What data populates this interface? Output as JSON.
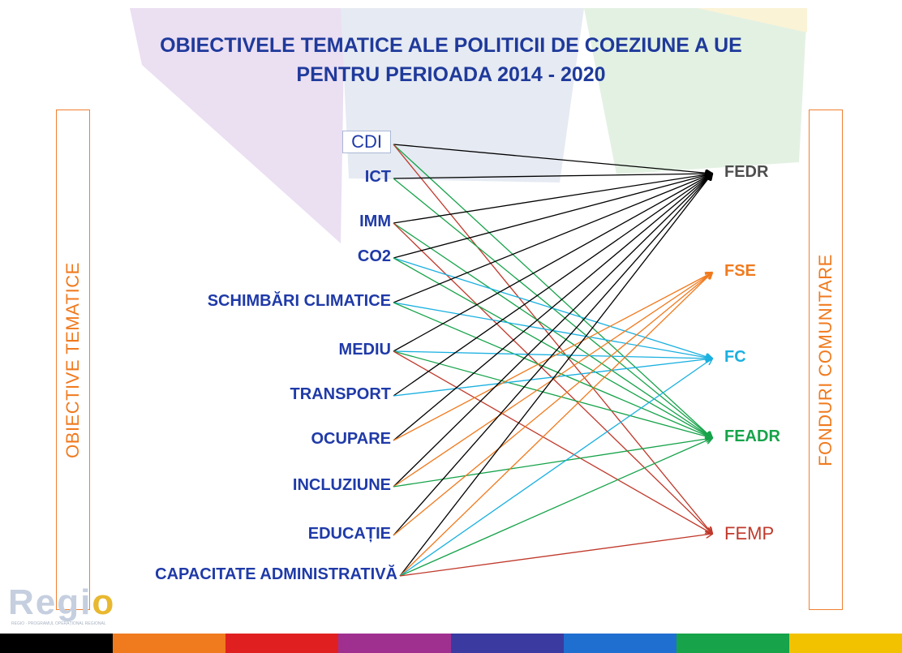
{
  "title_line1": "OBIECTIVELE  TEMATICE ALE POLITICII DE COEZIUNE A UE",
  "title_line2": "PENTRU PERIOADA 2014 - 2020",
  "left_box_label": "OBIECTIVE TEMATICE",
  "right_box_label": "FONDURI COMUNITARE",
  "objectives": [
    {
      "id": "cdi",
      "label": "CDI"
    },
    {
      "id": "ict",
      "label": "ICT"
    },
    {
      "id": "imm",
      "label": "IMM"
    },
    {
      "id": "co2",
      "label": "CO2"
    },
    {
      "id": "climate",
      "label": "SCHIMBĂRI CLIMATICE"
    },
    {
      "id": "mediu",
      "label": "MEDIU"
    },
    {
      "id": "transport",
      "label": "TRANSPORT"
    },
    {
      "id": "ocupare",
      "label": "OCUPARE"
    },
    {
      "id": "incluziune",
      "label": "INCLUZIUNE"
    },
    {
      "id": "educatie",
      "label": "EDUCAȚIE"
    },
    {
      "id": "capacitate",
      "label": "CAPACITATE ADMINISTRATIVĂ"
    }
  ],
  "funds": [
    {
      "id": "fedr",
      "label": "FEDR",
      "color": "#4d4d4d",
      "line_color": "#000000"
    },
    {
      "id": "fse",
      "label": "FSE",
      "color": "#f07a1e",
      "line_color": "#f07a1e"
    },
    {
      "id": "fc",
      "label": "FC",
      "color": "#1ab0e0",
      "line_color": "#1ab0e0"
    },
    {
      "id": "feadr",
      "label": "FEADR",
      "color": "#16a34a",
      "line_color": "#16a34a"
    },
    {
      "id": "femp",
      "label": "FEMP",
      "color": "#c0392b",
      "line_color": "#c0392b"
    }
  ],
  "links": [
    [
      "cdi",
      "fedr"
    ],
    [
      "cdi",
      "feadr"
    ],
    [
      "cdi",
      "femp"
    ],
    [
      "ict",
      "fedr"
    ],
    [
      "ict",
      "feadr"
    ],
    [
      "imm",
      "fedr"
    ],
    [
      "imm",
      "feadr"
    ],
    [
      "imm",
      "femp"
    ],
    [
      "co2",
      "fedr"
    ],
    [
      "co2",
      "fc"
    ],
    [
      "co2",
      "feadr"
    ],
    [
      "climate",
      "fedr"
    ],
    [
      "climate",
      "fc"
    ],
    [
      "climate",
      "feadr"
    ],
    [
      "mediu",
      "fedr"
    ],
    [
      "mediu",
      "fc"
    ],
    [
      "mediu",
      "feadr"
    ],
    [
      "mediu",
      "femp"
    ],
    [
      "transport",
      "fedr"
    ],
    [
      "transport",
      "fc"
    ],
    [
      "ocupare",
      "fedr"
    ],
    [
      "ocupare",
      "fse"
    ],
    [
      "incluziune",
      "fedr"
    ],
    [
      "incluziune",
      "fse"
    ],
    [
      "incluziune",
      "feadr"
    ],
    [
      "educatie",
      "fedr"
    ],
    [
      "educatie",
      "fse"
    ],
    [
      "capacitate",
      "fedr"
    ],
    [
      "capacitate",
      "fse"
    ],
    [
      "capacitate",
      "fc"
    ],
    [
      "capacitate",
      "feadr"
    ],
    [
      "capacitate",
      "femp"
    ]
  ],
  "logo_text": "Regio",
  "footer_colors": [
    "#000000",
    "#f07a1e",
    "#e02020",
    "#a03090",
    "#3a3aa0",
    "#1f6fd0",
    "#16a34a",
    "#f2c200"
  ],
  "background_shape_colors": [
    "#d9c8e6",
    "#dde3ee",
    "#d8ecd8",
    "#fbf1c8"
  ]
}
